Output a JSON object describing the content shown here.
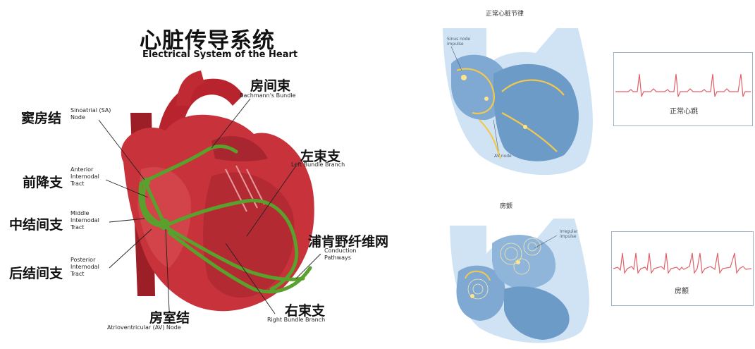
{
  "heart": {
    "title_cn": "心脏传导系统",
    "title_en": "Electrical System of the Heart",
    "labels": {
      "sa_cn": "窦房结",
      "sa_en": "Sinoatrial (SA)\nNode",
      "bachmann_cn": "房间束",
      "bachmann_en": "Bachmann's Bundle",
      "lbb_cn": "左束支",
      "lbb_en": "Left Bundle Branch",
      "ant_cn": "前降支",
      "ant_en": "Anterior\nInternodal\nTract",
      "mid_cn": "中结间支",
      "mid_en": "Middle\nInternodal\nTract",
      "purk_cn": "浦肯野纤维网",
      "purk_en": "Conduction\nPathways",
      "post_cn": "后结间支",
      "post_en": "Posterior\nInternodal\nTract",
      "av_cn": "房室结",
      "av_en": "Atrioventricular (AV) Node",
      "rbb_cn": "右束支",
      "rbb_en": "Right Bundle Branch"
    }
  },
  "rhythm": {
    "normal_title": "正常心脏节律",
    "normal_caption": "正常心跳",
    "sinus_label": "Sinus node\nimpulse",
    "av_label": "AV node",
    "afib_title": "房颤",
    "afib_caption": "房颤",
    "irregular_label": "Irregular\nimpulse"
  },
  "colors": {
    "heart_red": "#c8323a",
    "conduction_green": "#5aa02c",
    "ecg_red": "#e0606a",
    "heart_blue": "#6d9bc8"
  }
}
